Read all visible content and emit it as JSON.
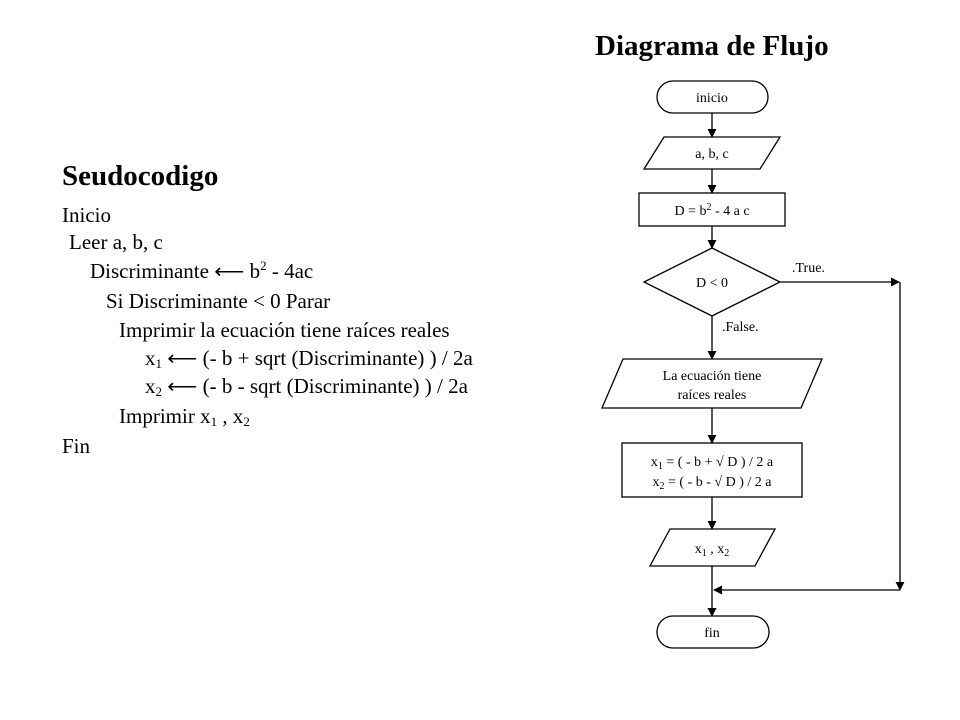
{
  "flow_title": "Diagrama de Flujo",
  "pseudo": {
    "title": "Seudocodigo",
    "lines": [
      {
        "text": "Inicio"
      },
      {
        "text": "Leer  a, b, c"
      },
      {
        "pre": "Discriminante ",
        "arrow": "⟵",
        "mid": " b",
        "sup": "2",
        "post": " - 4ac"
      },
      {
        "text": "Si  Discriminante < 0   Parar"
      },
      {
        "text": "Imprimir  la ecuación tiene raíces reales"
      },
      {
        "pre": "x",
        "sub": "1",
        "arrow": " ⟵",
        "post": " (- b + sqrt (Discriminante) ) / 2a"
      },
      {
        "pre": "x",
        "sub": "2",
        "arrow": " ⟵",
        "post": " (- b - sqrt (Discriminante) ) / 2a"
      },
      {
        "pre": "Imprimir x",
        "sub": "1",
        "mid": " , x",
        "sub2": "2"
      },
      {
        "text": "Fin"
      }
    ]
  },
  "flow": {
    "start": "inicio",
    "input": "a, b, c",
    "process_d": {
      "pre": "D = b",
      "sup": "2",
      "post": " - 4 a c"
    },
    "decision": "D < 0",
    "true_label": ".True.",
    "false_label": ".False.",
    "message_1": "La ecuación tiene",
    "message_2": "raíces  reales",
    "calc_1": {
      "pre": "x",
      "sub": "1",
      "post": " = ( - b + √ D ) / 2 a"
    },
    "calc_2": {
      "pre": "x",
      "sub": "2",
      "post": " = ( - b - √ D ) / 2 a"
    },
    "output": {
      "a": "x",
      "sub1": "1",
      "mid": " ,  x",
      "sub2": "2"
    },
    "end": "fin"
  }
}
